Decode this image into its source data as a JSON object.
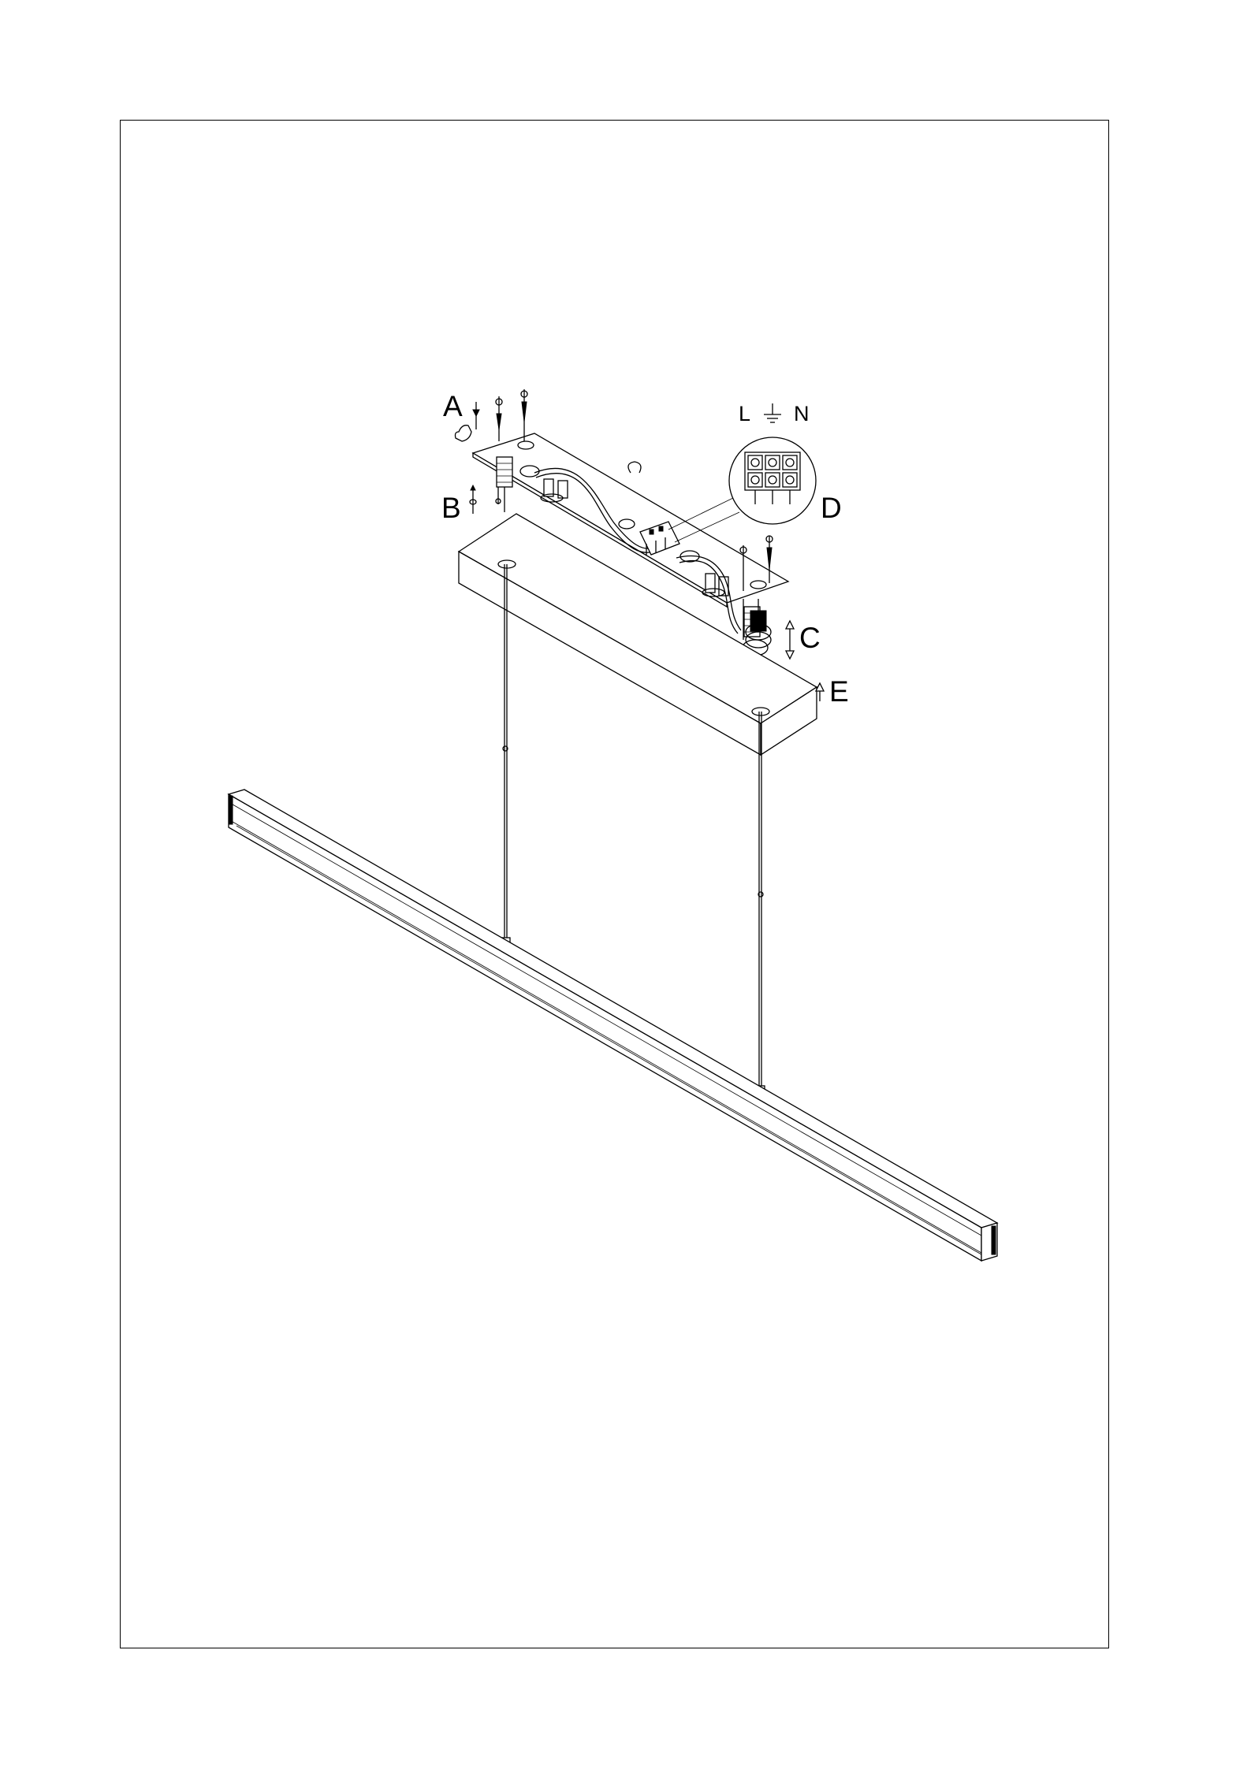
{
  "labels": {
    "a": "A",
    "b": "B",
    "c": "C",
    "d": "D",
    "e": "E"
  },
  "terminal_labels": {
    "live": "L",
    "neutral": "N"
  },
  "icons": {
    "earth": "earth-ground-icon",
    "up_arrow": "up-arrow-icon",
    "double_arrow": "up-down-arrow-icon"
  },
  "colors": {
    "line": "#000000",
    "background": "#ffffff"
  }
}
